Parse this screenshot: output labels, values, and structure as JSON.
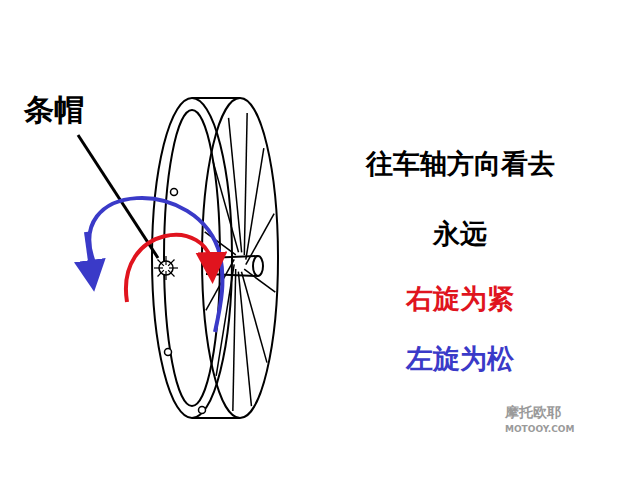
{
  "diagram": {
    "labels": [
      "条帽",
      "往车轴方向看去",
      "永远",
      "右旋为紧",
      "左旋为松",
      "摩托欧耶",
      "MOTOOY.COM"
    ]
  }
}
